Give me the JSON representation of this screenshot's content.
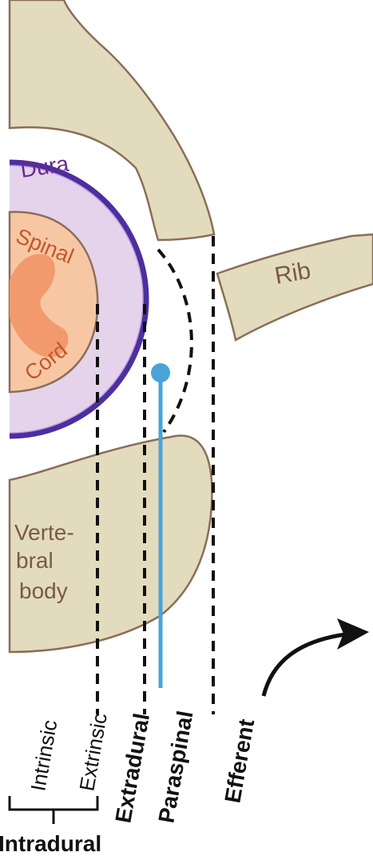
{
  "labels": {
    "dura": "Dura",
    "spinal": "Spinal",
    "cord": "Cord",
    "rib": "Rib",
    "vertebral_line1": "Verte-",
    "vertebral_line2": "bral",
    "vertebral_line3": "body",
    "intrinsic": "Intrinsic",
    "extrinsic": "Extrinsic",
    "extradural": "Extradural",
    "paraspinal": "Paraspinal",
    "efferent": "Efferent",
    "intradural": "Intradural"
  },
  "colors": {
    "bone": "#e3dbbd",
    "bone_outline": "#8a6e58",
    "bone_text": "#7a5a46",
    "dura_fill": "#e4d3ea",
    "dura_ring": "#4b2fa0",
    "dura_text": "#6a2a8c",
    "cord_fill": "#f7c7a4",
    "cord_core": "#f29a6e",
    "cord_text": "#c0582e",
    "needle": "#4aa3d8",
    "line": "#111111"
  }
}
